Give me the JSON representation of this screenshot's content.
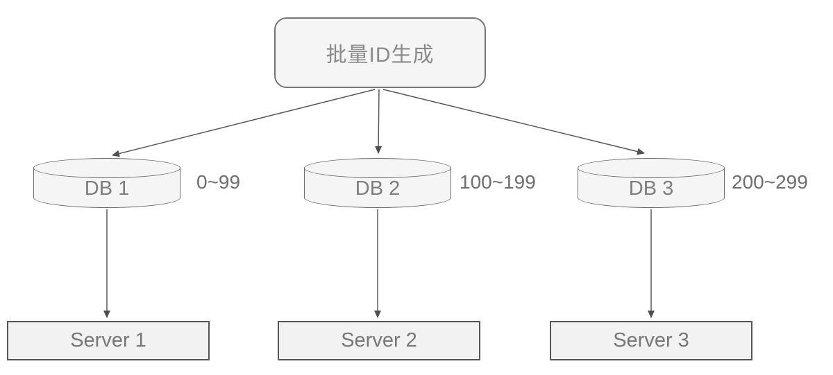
{
  "diagram": {
    "generator": {
      "label": "批量ID生成"
    },
    "databases": [
      {
        "label": "DB 1",
        "range": "0~99"
      },
      {
        "label": "DB 2",
        "range": "100~199"
      },
      {
        "label": "DB 3",
        "range": "200~299"
      }
    ],
    "servers": [
      {
        "label": "Server 1"
      },
      {
        "label": "Server 2"
      },
      {
        "label": "Server 3"
      }
    ],
    "colors": {
      "shape_fill": "#f5f5f5",
      "shape_border": "#6b6b6b",
      "server_border": "#555555",
      "arrow": "#4f4f4f",
      "text": "#7d7d7d",
      "background": "#ffffff"
    }
  }
}
